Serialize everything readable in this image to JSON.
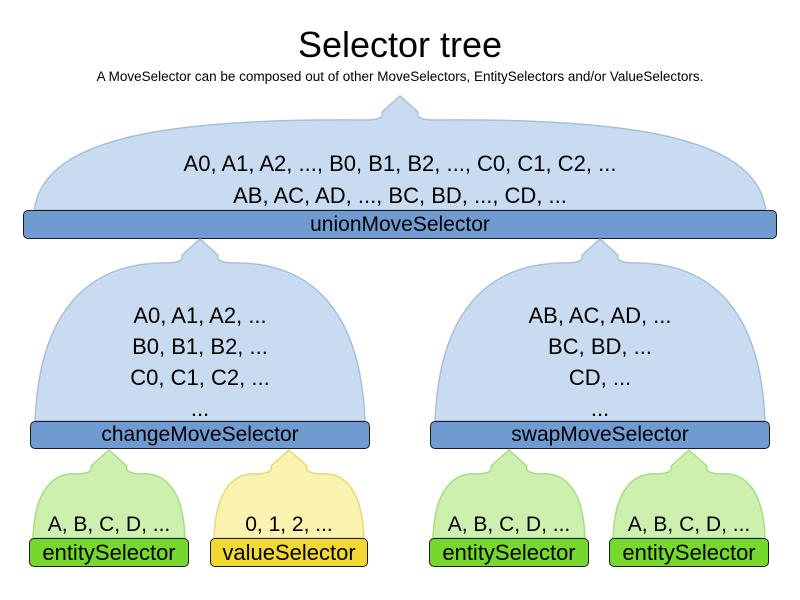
{
  "title": "Selector tree",
  "subtitle": "A MoveSelector can be composed out of other MoveSelectors, EntitySelectors and/or ValueSelectors.",
  "colors": {
    "blue": {
      "dome": "#c9dbf0",
      "dome_stroke": "#a8c0de",
      "bar": "#6f9bd1"
    },
    "green": {
      "dome": "#cdf0ae",
      "dome_stroke": "#a9dd83",
      "bar": "#76d72c"
    },
    "yellow": {
      "dome": "#faf3af",
      "dome_stroke": "#e8d878",
      "bar": "#f1d932"
    }
  },
  "nodes": {
    "union": {
      "label": "unionMoveSelector",
      "lines": [
        "A0, A1, A2, ..., B0, B1, B2, ..., C0, C1, C2, ...",
        "AB, AC, AD, ..., BC, BD, ..., CD, ..."
      ]
    },
    "change": {
      "label": "changeMoveSelector",
      "lines": [
        "A0, A1, A2, ...",
        "B0, B1, B2, ...",
        "C0, C1, C2, ...",
        "..."
      ]
    },
    "swap": {
      "label": "swapMoveSelector",
      "lines": [
        "AB, AC, AD, ...",
        "BC, BD, ...",
        "CD, ...",
        "..."
      ]
    },
    "entity1": {
      "label": "entitySelector",
      "lines": [
        "A, B, C, D, ..."
      ]
    },
    "value1": {
      "label": "valueSelector",
      "lines": [
        "0, 1, 2, ..."
      ]
    },
    "entity2": {
      "label": "entitySelector",
      "lines": [
        "A, B, C, D, ..."
      ]
    },
    "entity3": {
      "label": "entitySelector",
      "lines": [
        "A, B, C, D, ..."
      ]
    }
  }
}
